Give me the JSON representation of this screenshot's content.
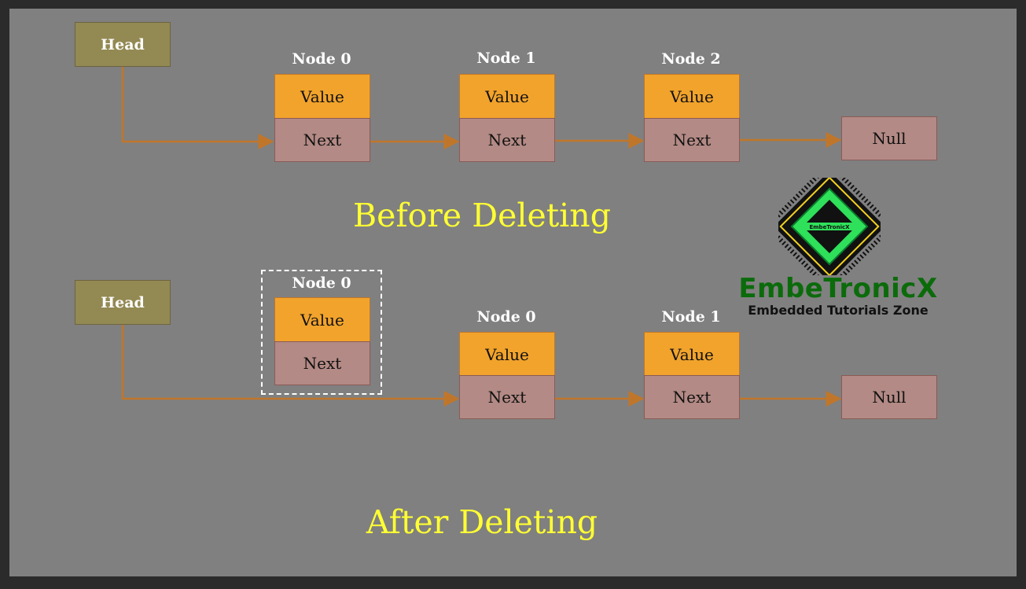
{
  "before": {
    "head_label": "Head",
    "nodes": [
      {
        "title": "Node 0",
        "value": "Value",
        "next": "Next"
      },
      {
        "title": "Node 1",
        "value": "Value",
        "next": "Next"
      },
      {
        "title": "Node 2",
        "value": "Value",
        "next": "Next"
      }
    ],
    "null_label": "Null",
    "caption": "Before Deleting"
  },
  "after": {
    "head_label": "Head",
    "deleted_node": {
      "title": "Node 0",
      "value": "Value",
      "next": "Next"
    },
    "nodes": [
      {
        "title": "Node 0",
        "value": "Value",
        "next": "Next"
      },
      {
        "title": "Node 1",
        "value": "Value",
        "next": "Next"
      }
    ],
    "null_label": "Null",
    "caption": "After Deleting"
  },
  "logo": {
    "chip_text": "EmbeTronicX",
    "name": "EmbeTronicX",
    "tagline": "Embedded Tutorials Zone"
  },
  "colors": {
    "background": "#808080",
    "head": "#938953",
    "value": "#f2a32c",
    "next": "#b38a85",
    "arrow": "#c0762a",
    "caption": "#ffff33",
    "logo_green": "#0b6b0b"
  }
}
